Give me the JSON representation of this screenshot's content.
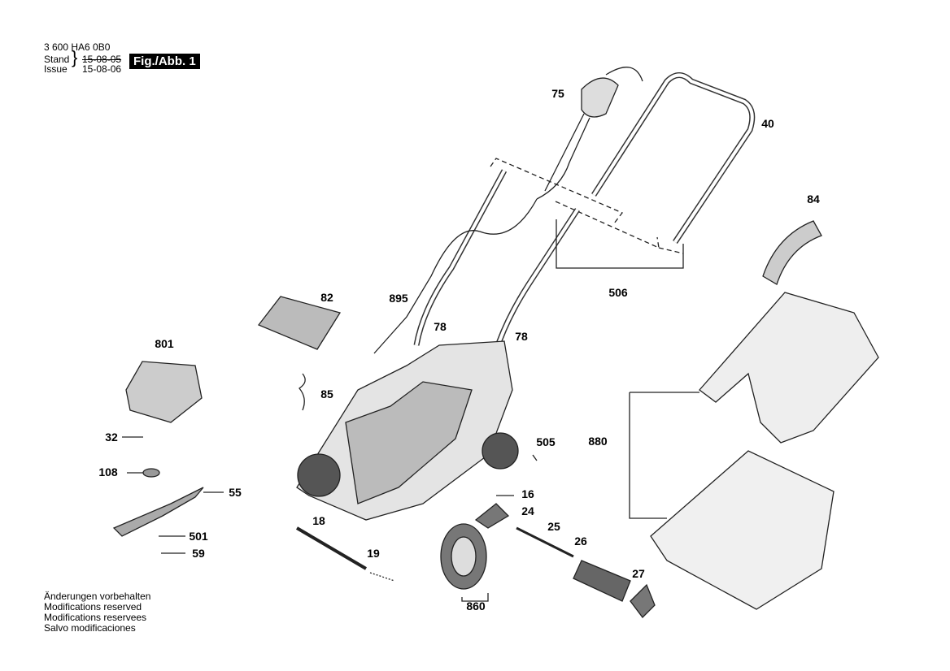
{
  "header": {
    "part_number": "3 600 HA6 0B0",
    "stand_label": "Stand",
    "issue_label": "Issue",
    "stand_date": "15-08-05",
    "issue_date": "15-08-06",
    "figure": "Fig./Abb. 1"
  },
  "callouts": [
    "75",
    "40",
    "84",
    "506",
    "82",
    "895",
    "78",
    "78",
    "801",
    "85",
    "32",
    "505",
    "880",
    "108",
    "55",
    "16",
    "24",
    "18",
    "25",
    "501",
    "26",
    "59",
    "19",
    "27",
    "860"
  ],
  "footer": [
    "Änderungen vorbehalten",
    "Modifications reserved",
    "Modifications reservees",
    "Salvo modificaciones"
  ]
}
